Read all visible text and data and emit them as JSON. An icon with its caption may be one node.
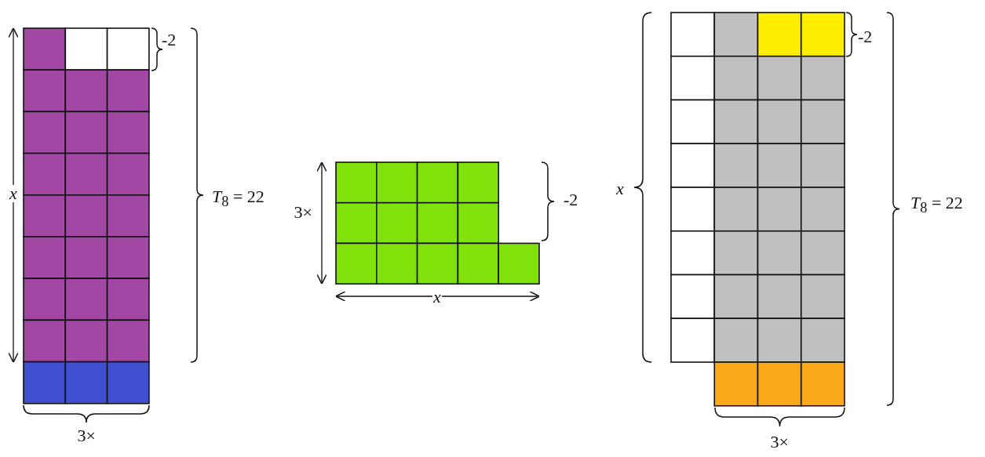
{
  "diagram": {
    "labels": [
      "-2",
      "x",
      "*T*$_{8}$ = 22",
      "3×",
      "3×",
      "-2",
      "x",
      "-2",
      "x",
      "*T*$_{8}$ = 22",
      "3×"
    ]
  }
}
